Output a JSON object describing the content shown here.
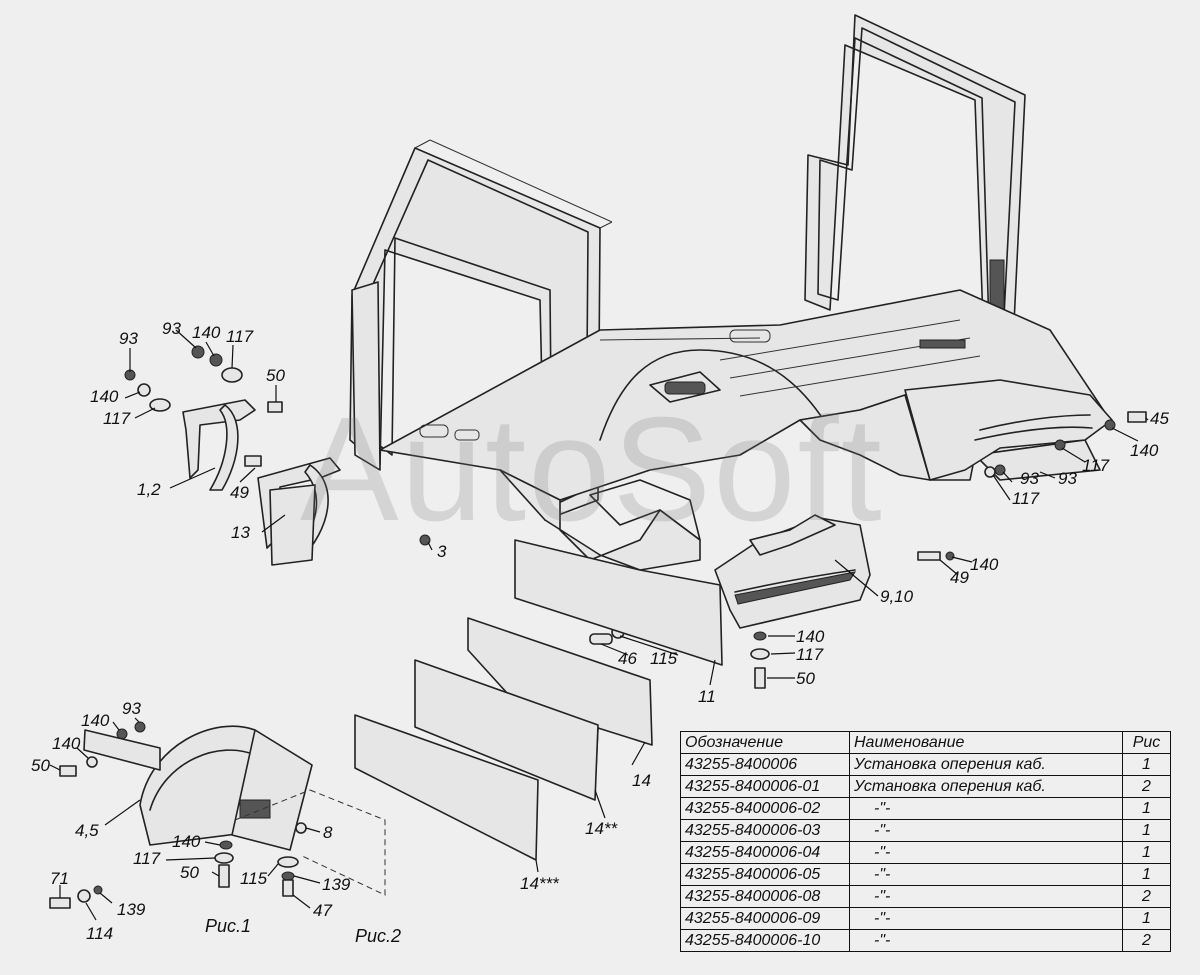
{
  "watermark": "AutoSoft",
  "labels": {
    "l_93a": "93",
    "l_140a": "140",
    "l_117a": "117",
    "l_93b": "93",
    "l_140b": "140",
    "l_117b": "117",
    "l_50a": "50",
    "l_12": "1,2",
    "l_49a": "49",
    "l_13": "13",
    "l_3": "3",
    "l_45": "45",
    "l_140c": "140",
    "l_117c": "117",
    "l_93c": "93",
    "l_93d": "93",
    "l_117d": "117",
    "l_140d": "140",
    "l_49b": "49",
    "l_910": "9,10",
    "l_140e": "140",
    "l_117e": "117",
    "l_50b": "50",
    "l_46": "46",
    "l_115a": "115",
    "l_11": "11",
    "l_14": "14",
    "l_14s2": "14**",
    "l_14s3": "14***",
    "l_140f": "140",
    "l_93e": "93",
    "l_140g": "140",
    "l_50c": "50",
    "l_45b": "4,5",
    "l_8": "8",
    "l_140h": "140",
    "l_117f": "117",
    "l_50d": "50",
    "l_115b": "115",
    "l_139a": "139",
    "l_47": "47",
    "l_71": "71",
    "l_139b": "139",
    "l_114": "114"
  },
  "captions": {
    "fig1": "Рис.1",
    "fig2": "Рис.2"
  },
  "table": {
    "headers": [
      "Обозначение",
      "Наименование",
      "Рис"
    ],
    "rows": [
      [
        "43255-8400006",
        "Установка оперения каб.",
        "1"
      ],
      [
        "43255-8400006-01",
        "Установка оперения каб.",
        "2"
      ],
      [
        "43255-8400006-02",
        "-\"-",
        "1"
      ],
      [
        "43255-8400006-03",
        "-\"-",
        "1"
      ],
      [
        "43255-8400006-04",
        "-\"-",
        "1"
      ],
      [
        "43255-8400006-05",
        "-\"-",
        "1"
      ],
      [
        "43255-8400006-08",
        "-\"-",
        "2"
      ],
      [
        "43255-8400006-09",
        "-\"-",
        "1"
      ],
      [
        "43255-8400006-10",
        "-\"-",
        "2"
      ]
    ]
  }
}
